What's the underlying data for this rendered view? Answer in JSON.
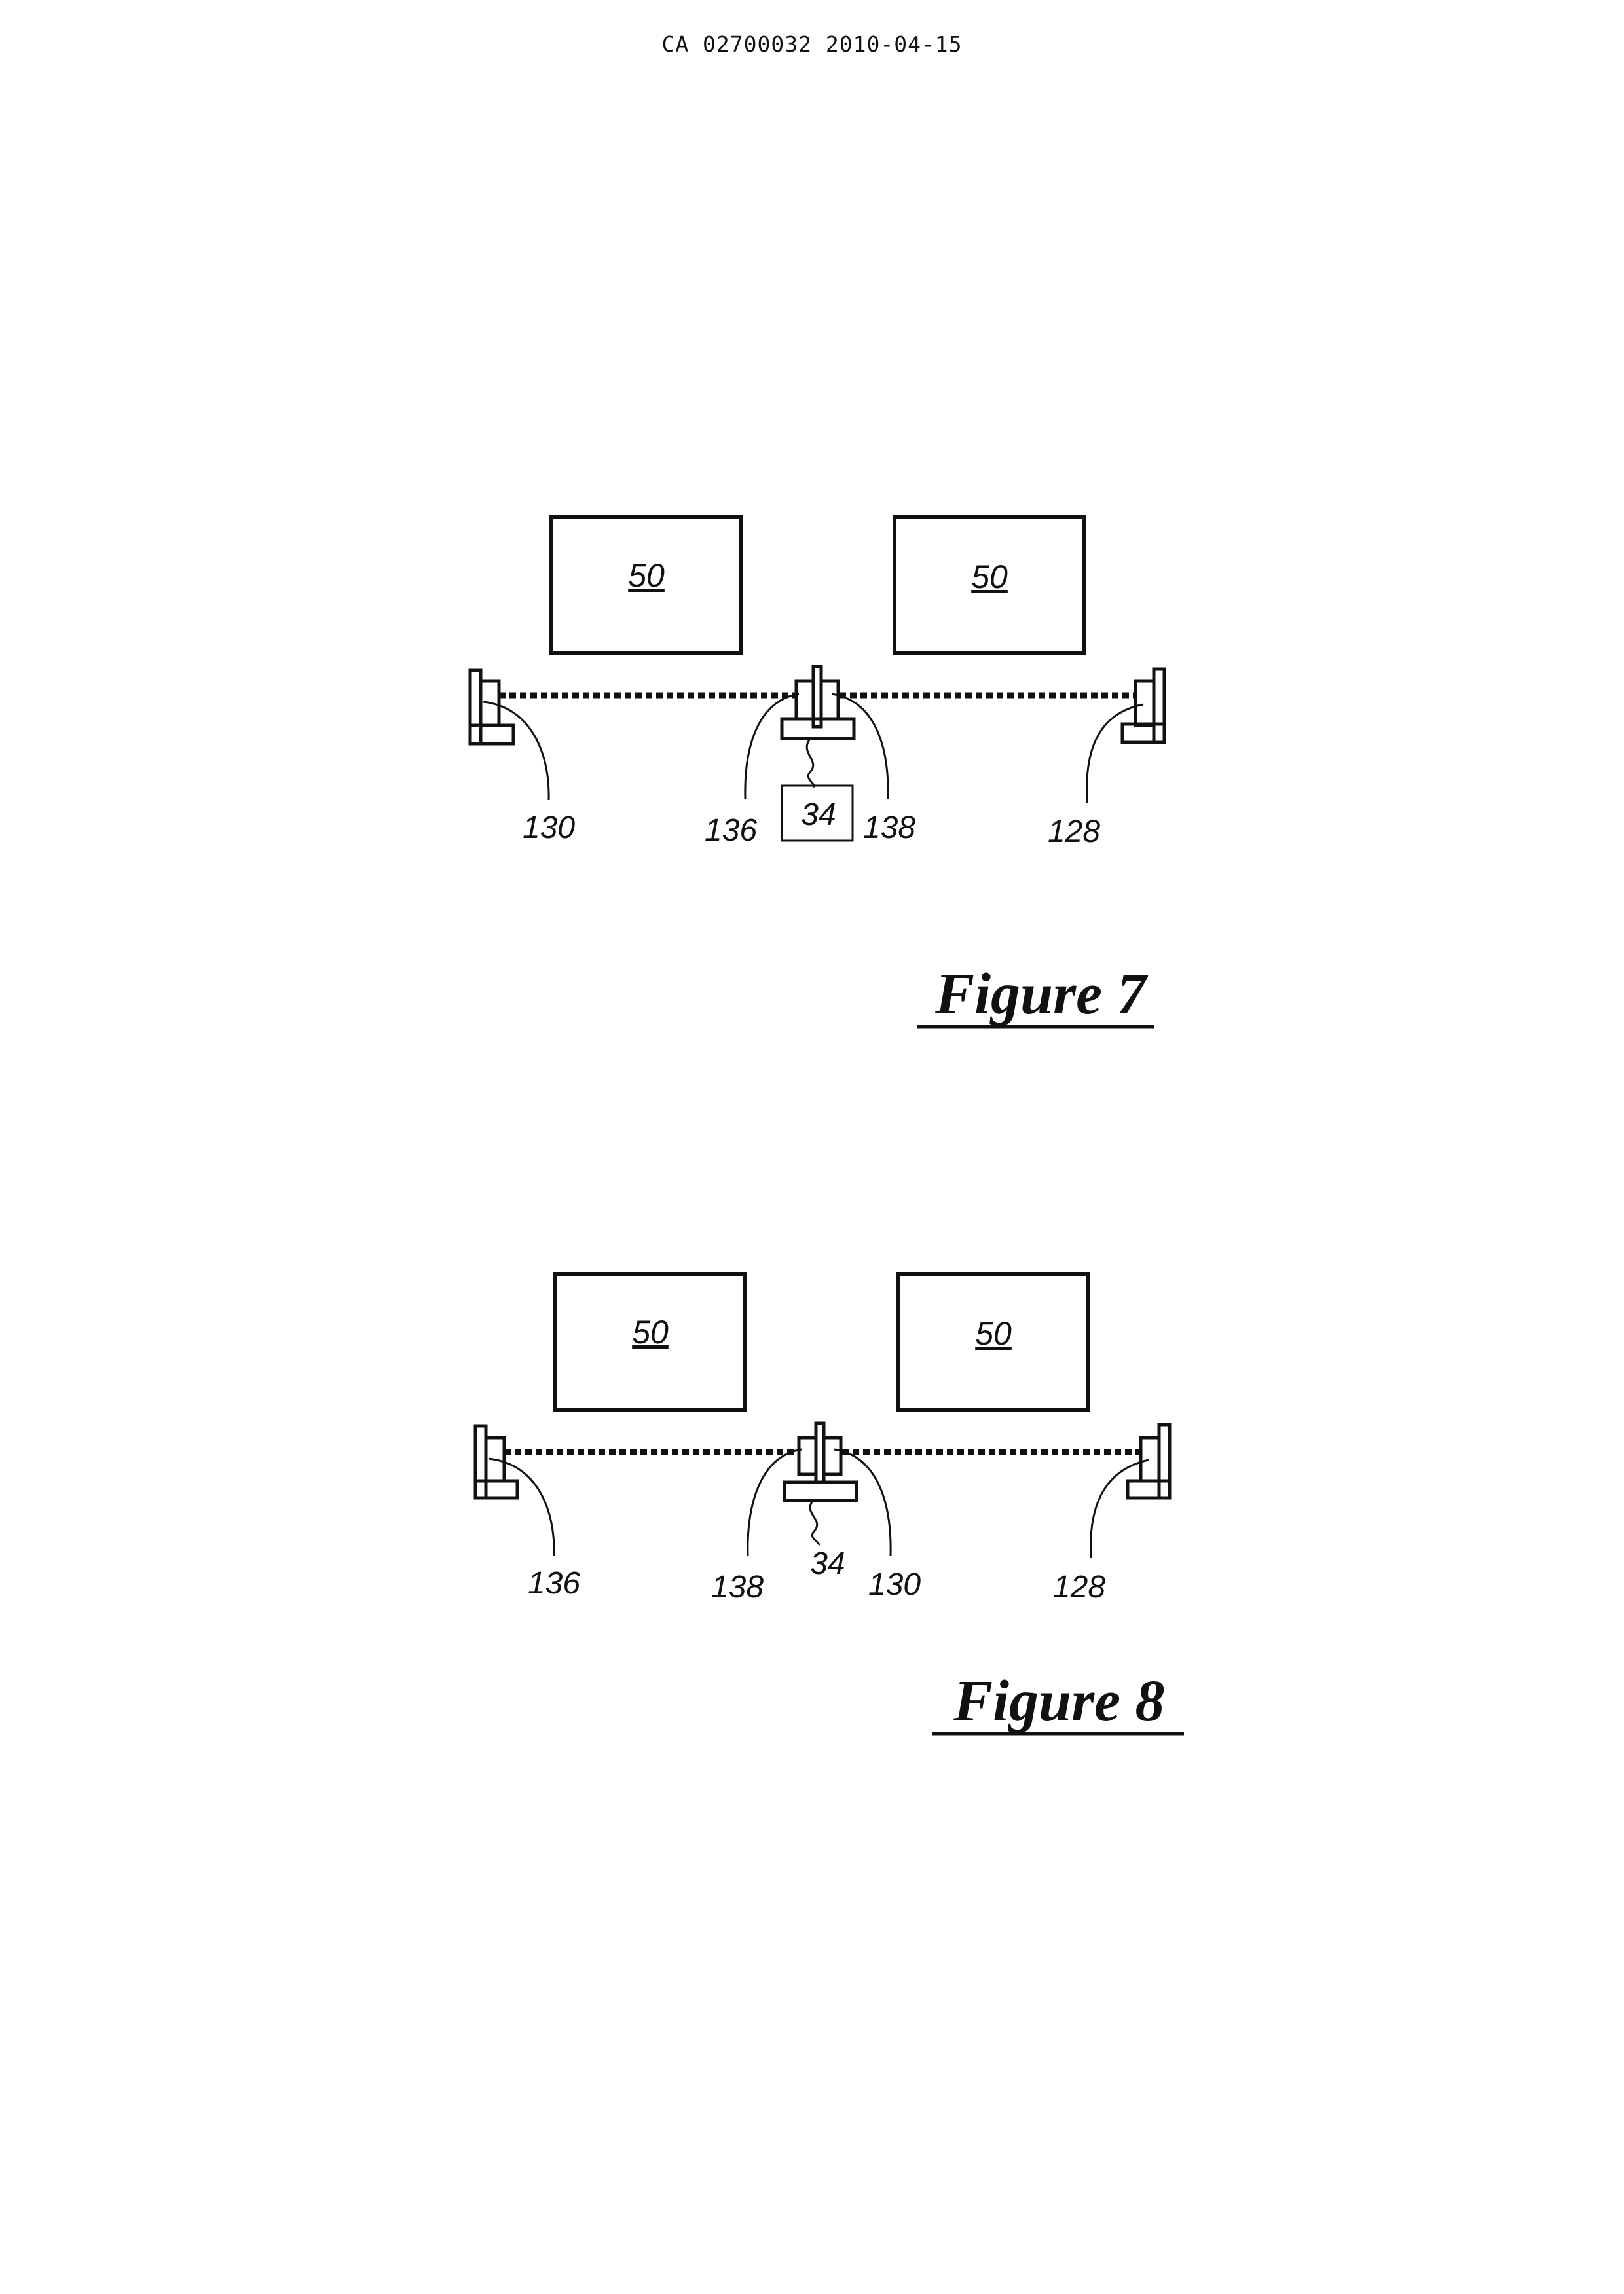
{
  "header": {
    "text": "CA 02700032 2010-04-15"
  },
  "figure7": {
    "caption": "Figure 7",
    "box_left": "50",
    "box_right": "50",
    "center_box": "34",
    "refs": {
      "left": "130",
      "center_left": "136",
      "center_right": "138",
      "right": "128"
    }
  },
  "figure8": {
    "caption": "Figure 8",
    "box_left": "50",
    "box_right": "50",
    "center_ref": "34",
    "refs": {
      "left": "136",
      "center_left": "138",
      "center_right": "130",
      "right": "128"
    }
  }
}
